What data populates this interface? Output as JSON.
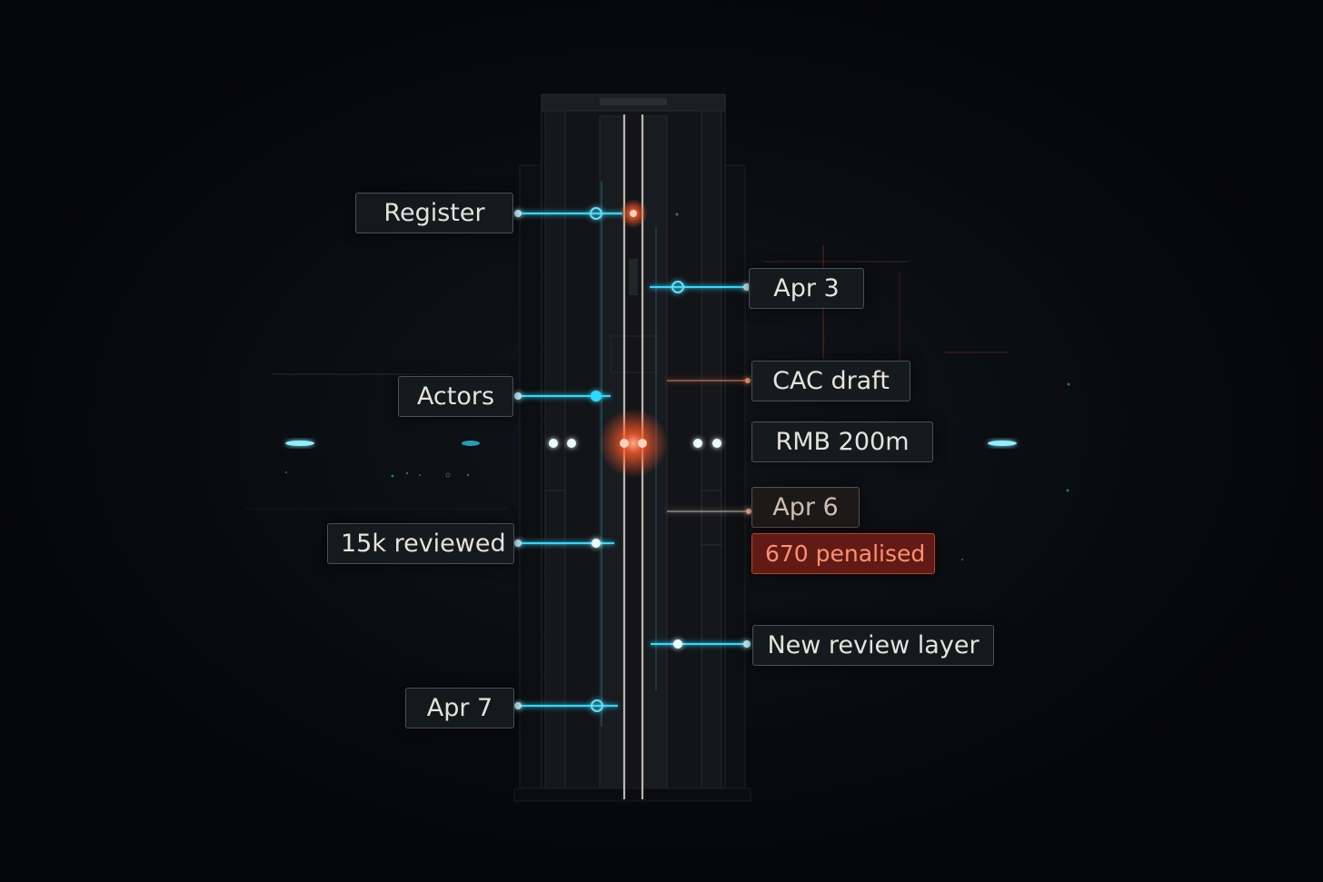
{
  "colors": {
    "glow_blue": "#32d8ff",
    "glow_orange": "#ff5a2a",
    "alert_red": "#c2412a",
    "label_text": "#e6e3d9",
    "background": "#050608"
  },
  "labels": {
    "register": "Register",
    "apr3": "Apr 3",
    "actors": "Actors",
    "cac_draft": "CAC draft",
    "rmb_200m": "RMB 200m",
    "apr6": "Apr 6",
    "reviewed_15k": "15k reviewed",
    "penalised_670": "670 penalised",
    "new_review_layer": "New review layer",
    "apr7": "Apr 7"
  }
}
